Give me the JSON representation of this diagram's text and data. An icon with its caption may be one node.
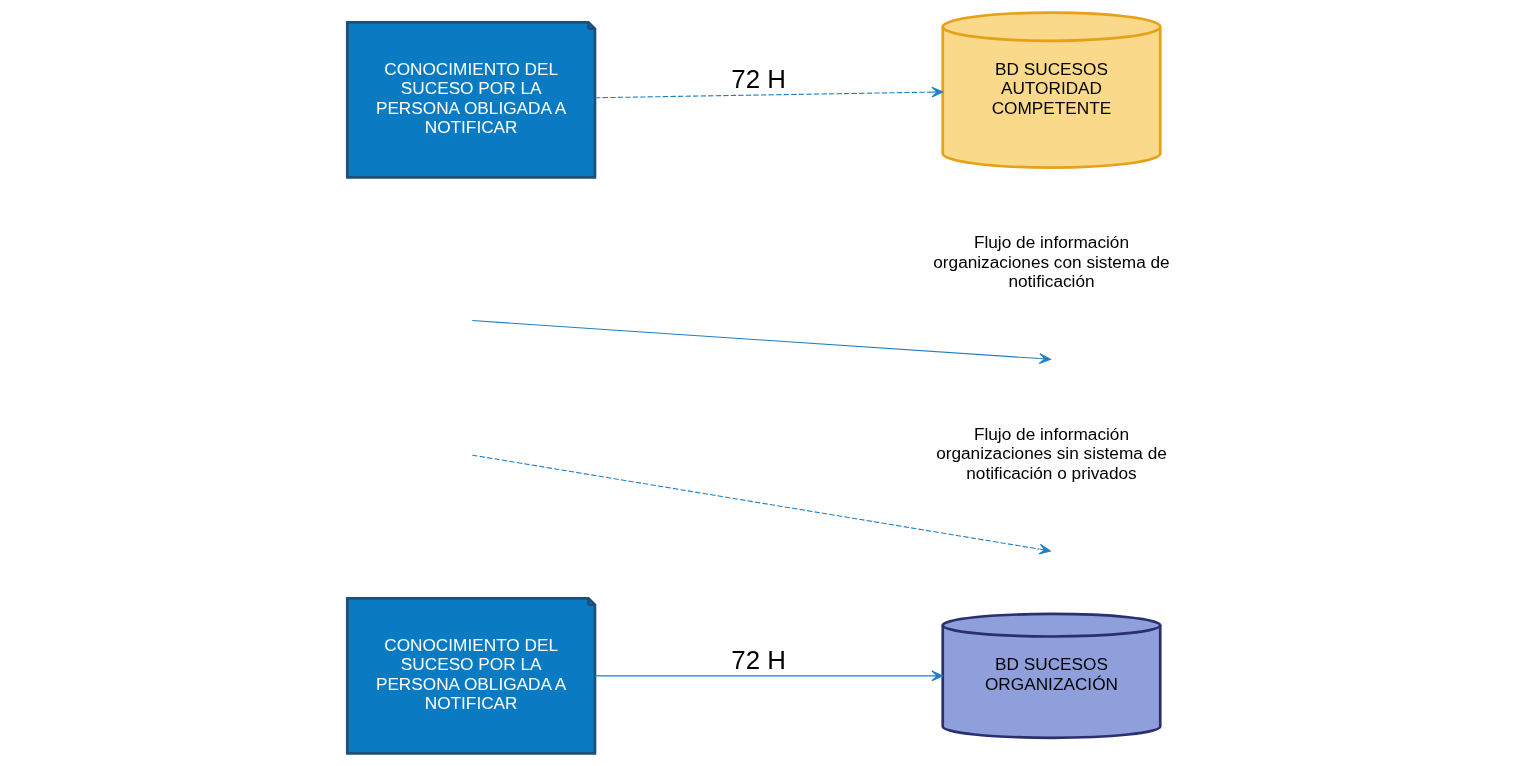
{
  "diagram": {
    "nodes": [
      {
        "text": [
          "CONOCIMIENTO DEL SUCESO POR LA PERSONA OBLIGADA A NOTIFICAR"
        ]
      },
      {
        "text": [
          "BD SUCESOS ORGANIZACIÓN"
        ]
      },
      {
        "text": [
          "CONOCIMIENTO DEL SUCESO POR LA PERSONA OBLIGADA A NOTIFICAR"
        ]
      },
      {
        "text": [
          "BD SUCESOS AUTORIDAD COMPETENTE"
        ]
      }
    ],
    "edges": [
      {
        "from": 0,
        "to": 1,
        "arrow": "to",
        "label": "72 H"
      },
      {
        "from": 2,
        "to": 3,
        "arrow": "to",
        "label": "72 H",
        "style": "dashed"
      }
    ],
    "legend": [
      {
        "text": "Flujo de información organizaciones con sistema de notificación"
      },
      {
        "text": "Flujo de información organizaciones sin sistema de notificación o privados"
      }
    ]
  }
}
